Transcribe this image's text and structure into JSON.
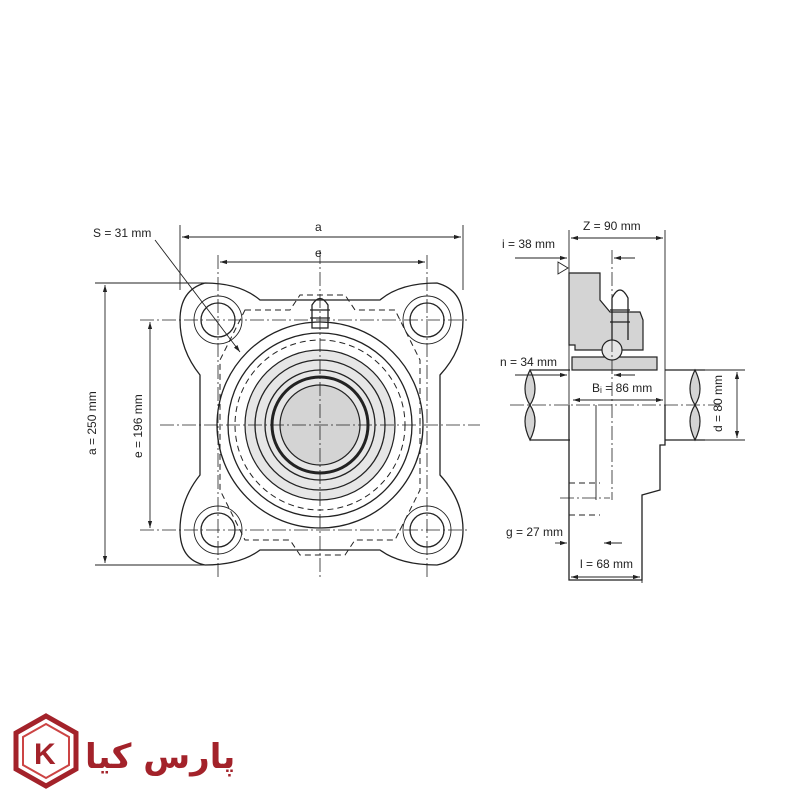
{
  "front_view": {
    "label_a": "a",
    "label_e": "e",
    "label_s": "S = 31 mm",
    "label_a_vertical": "a = 250 mm",
    "label_e_vertical": "e = 196 mm"
  },
  "side_view": {
    "label_z": "Z = 90 mm",
    "label_i": "i = 38 mm",
    "label_n": "n = 34 mm",
    "label_bi": "Bᵢ = 86 mm",
    "label_d": "d = 80 mm",
    "label_g": "g = 27 mm",
    "label_l": "l = 68 mm"
  },
  "logo": {
    "text": "پارس کیا",
    "letter": "K",
    "color": "#a3222a"
  }
}
